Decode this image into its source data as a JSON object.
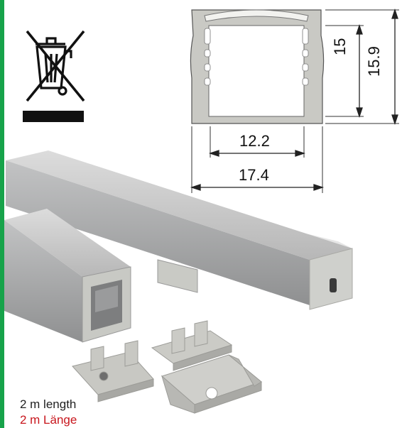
{
  "dimensions": {
    "inner_width": "12.2",
    "outer_width": "17.4",
    "inner_height": "15",
    "outer_height": "15.9"
  },
  "captions": {
    "english": "2 m length",
    "german": "2 m Länge"
  },
  "colors": {
    "accent_bar": "#17a34a",
    "german_text": "#c8161d",
    "profile_fill": "#c9c9c4",
    "aluminium": "#b8b9ba"
  },
  "icons": [
    "weee-crossed-bin-icon"
  ]
}
